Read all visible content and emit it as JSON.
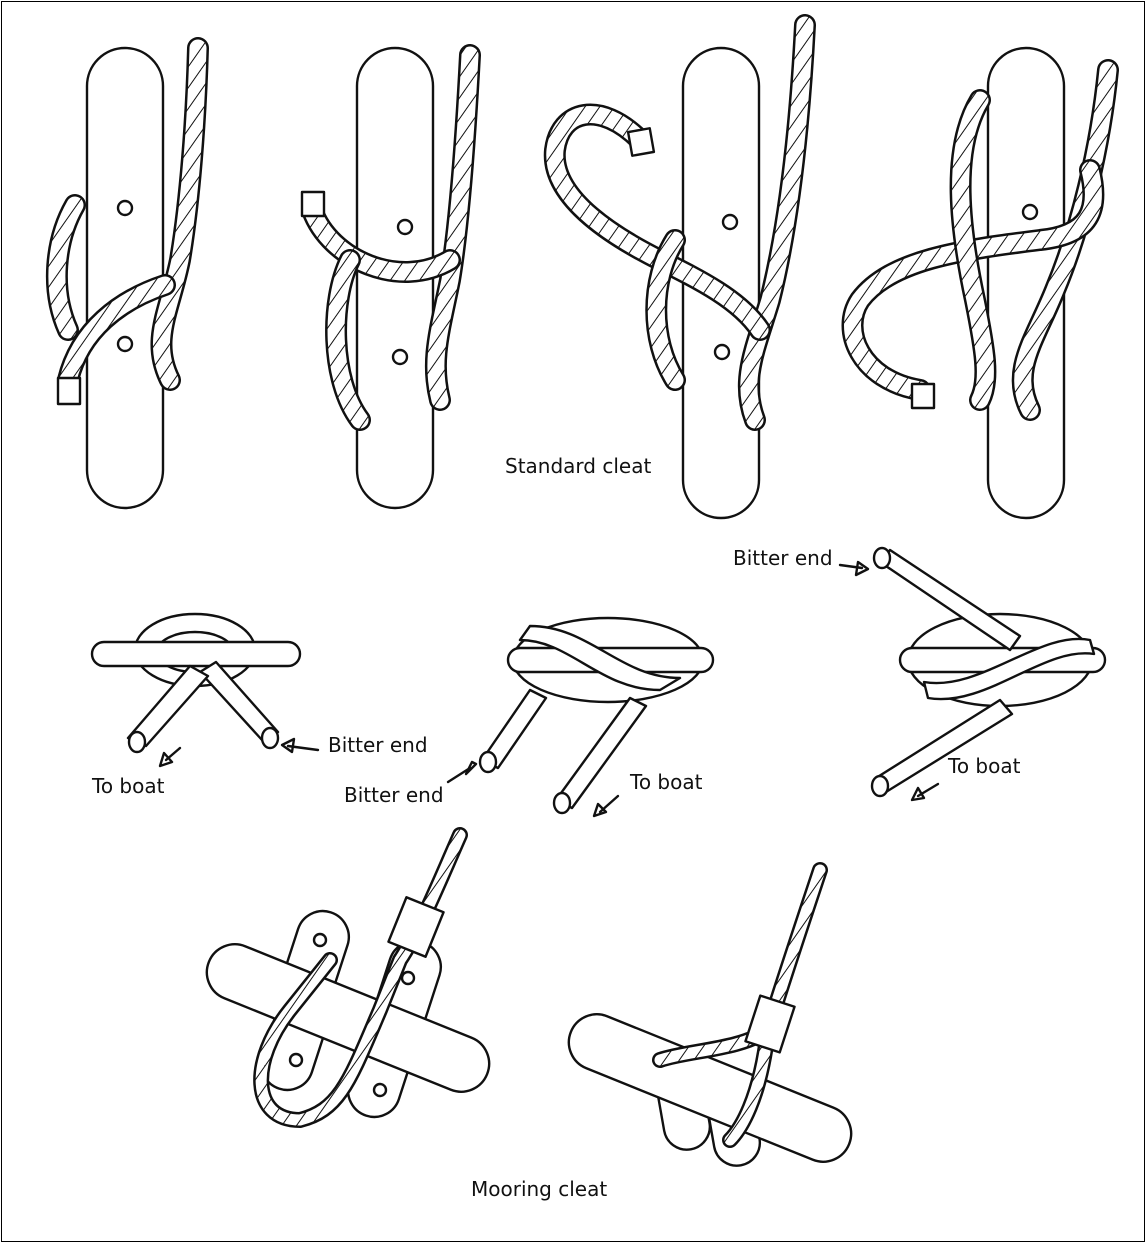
{
  "labels": {
    "standard_cleat": "Standard cleat",
    "mooring_cleat": "Mooring cleat",
    "bitter_end": "Bitter end",
    "to_boat": "To boat"
  }
}
